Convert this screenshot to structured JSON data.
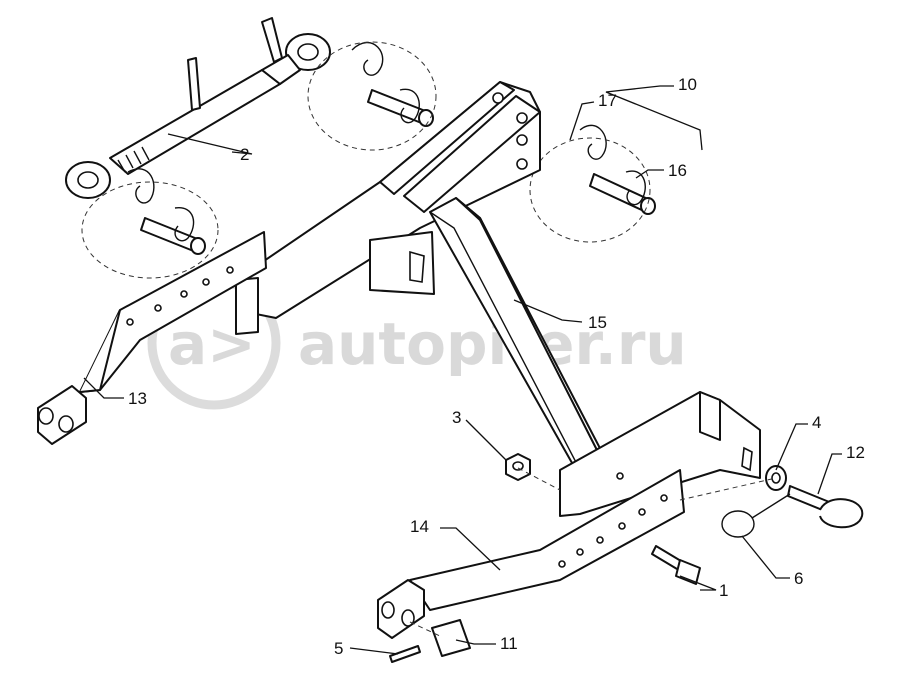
{
  "watermark": {
    "text": "autopiter.ru",
    "logo": "a>"
  },
  "callouts": {
    "c1": "1",
    "c2": "2",
    "c3": "3",
    "c4": "4",
    "c5": "5",
    "c6": "6",
    "c10": "10",
    "c11": "11",
    "c12": "12",
    "c13": "13",
    "c14": "14",
    "c15": "15",
    "c16": "16",
    "c17": "17"
  },
  "colors": {
    "line": "#111111",
    "watermark": "#d9d9d9",
    "background": "#ffffff"
  }
}
